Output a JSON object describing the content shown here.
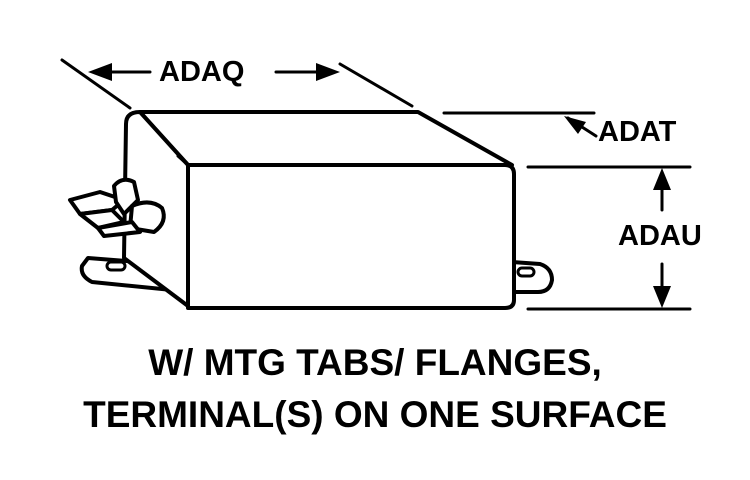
{
  "dimensions": {
    "length_label": "ADAQ",
    "depth_label": "ADAT",
    "height_label": "ADAU"
  },
  "caption": {
    "line1": "W/ MTG TABS/ FLANGES,",
    "line2": "TERMINAL(S) ON ONE SURFACE"
  },
  "colors": {
    "ink": "#000000",
    "background": "#ffffff"
  }
}
